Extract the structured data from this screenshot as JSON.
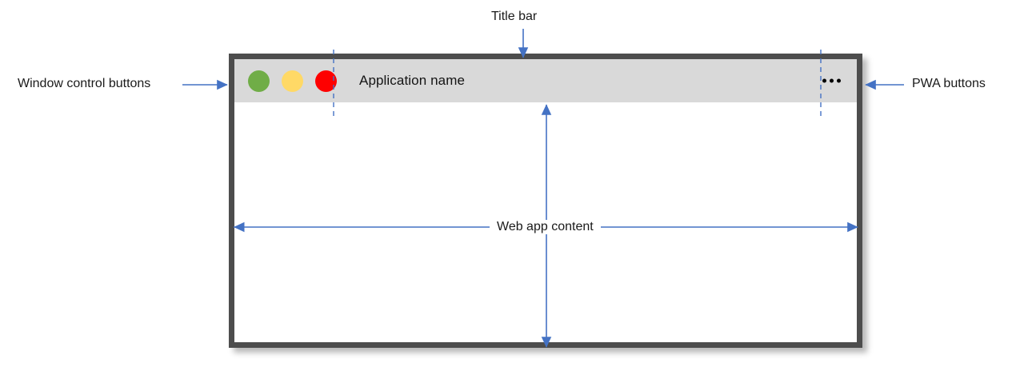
{
  "diagram": {
    "title": "PWA window anatomy diagram",
    "accent_color": "#4472c4",
    "labels": {
      "window_controls": "Window control buttons",
      "pwa_buttons": "PWA buttons",
      "title_bar": "Title bar",
      "web_app_content": "Web app content"
    }
  },
  "window": {
    "border_color": "#4d4d4d",
    "titlebar": {
      "background": "#d9d9d9",
      "app_name": "Application name",
      "controls": [
        {
          "name": "minimize",
          "color": "#70ad47"
        },
        {
          "name": "maximize",
          "color": "#ffd966"
        },
        {
          "name": "close",
          "color": "#fe0000"
        }
      ],
      "pwa_menu": {
        "icon": "ellipsis-icon",
        "dots": [
          "dot",
          "dot",
          "dot"
        ]
      }
    },
    "content": {
      "background": "#ffffff",
      "text": ""
    }
  }
}
